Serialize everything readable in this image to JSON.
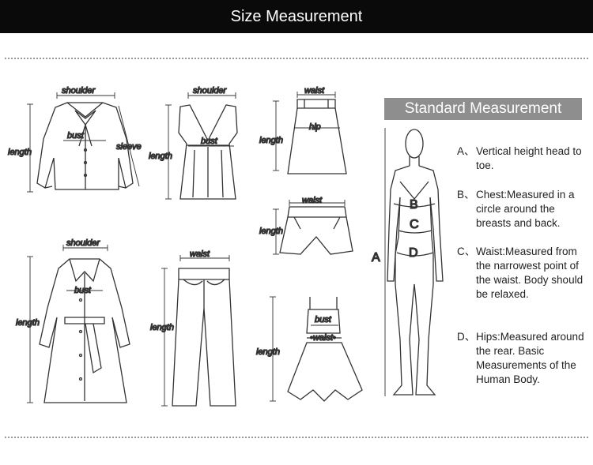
{
  "header": {
    "title": "Size Measurement"
  },
  "labels": {
    "shoulder": "shoulder",
    "bust": "bust",
    "length": "length",
    "sleeve": "sleeve",
    "waist": "waist",
    "hip": "hip",
    "waist_marked": "•waist•"
  },
  "panel": {
    "title": "Standard Measurement",
    "figure_letters": [
      "A",
      "B",
      "C",
      "D"
    ],
    "items": [
      {
        "key": "A、",
        "text": "Vertical height head to toe."
      },
      {
        "key": "B、",
        "text": "Chest:Measured in a circle around the breasts and back."
      },
      {
        "key": "C、",
        "text": "Waist:Measured from the narrowest point of the waist. Body should be relaxed."
      },
      {
        "key": "D、",
        "text": "Hips:Measured around the rear. Basic Measurements of the Human Body."
      }
    ]
  },
  "colors": {
    "header_bg": "#0a0a0a",
    "panel_title_bg": "#8e8e8e",
    "line": "#333333",
    "dots": "#9a9a9a"
  }
}
